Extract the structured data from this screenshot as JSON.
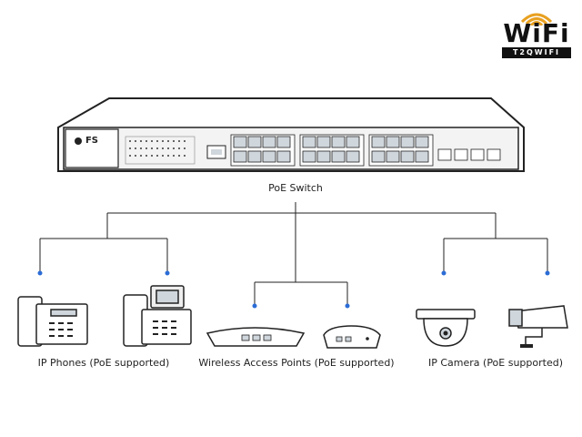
{
  "logo": {
    "brand": "WiFi",
    "sub": "T2QWIFI"
  },
  "switch": {
    "brand": "FS",
    "label": "PoE Switch"
  },
  "groups": [
    {
      "label": "IP Phones (PoE supported)"
    },
    {
      "label": "Wireless Access Points (PoE supported)"
    },
    {
      "label": "IP Camera (PoE supported)"
    }
  ],
  "colors": {
    "line": "#222222",
    "dot": "#2b6cd6",
    "device": "#ffffff",
    "port": "#cfd6dc"
  }
}
